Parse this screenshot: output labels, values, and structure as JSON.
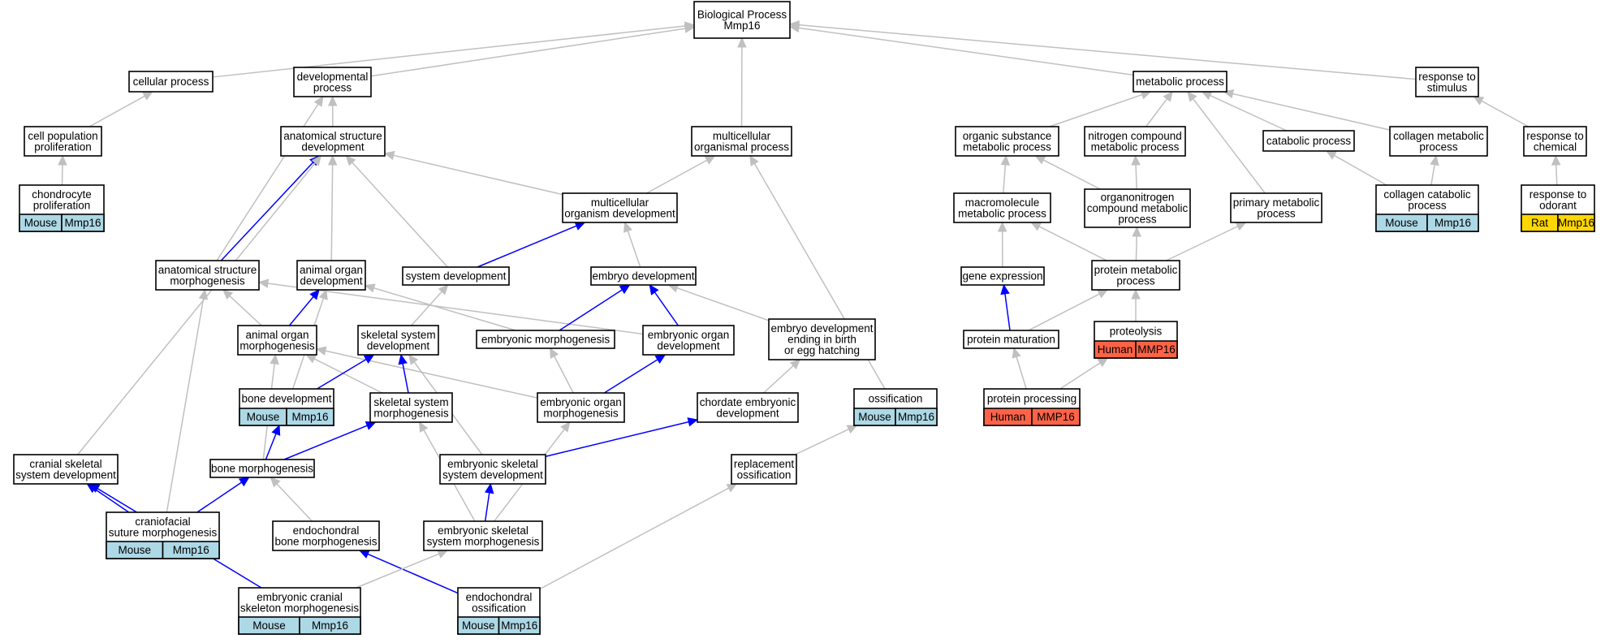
{
  "colors": {
    "box_border": "#000000",
    "edge_gray": "#c0c0c0",
    "edge_blue": "#0000ff",
    "tag_mouse": "#add8e6",
    "tag_rat": "#ffd700",
    "tag_human": "#ff6347"
  },
  "nodes": [
    {
      "id": "bp",
      "lines": [
        "Biological Process",
        "Mmp16"
      ]
    },
    {
      "id": "cellular",
      "lines": [
        "cellular process"
      ]
    },
    {
      "id": "developmental",
      "lines": [
        "developmental",
        "process"
      ]
    },
    {
      "id": "metabolic",
      "lines": [
        "metabolic process"
      ]
    },
    {
      "id": "response_stim",
      "lines": [
        "response to",
        "stimulus"
      ]
    },
    {
      "id": "cellpop",
      "lines": [
        "cell population",
        "proliferation"
      ]
    },
    {
      "id": "anat_dev",
      "lines": [
        "anatomical structure",
        "development"
      ]
    },
    {
      "id": "multi_proc",
      "lines": [
        "multicellular",
        "organismal process"
      ]
    },
    {
      "id": "org_subst",
      "lines": [
        "organic substance",
        "metabolic process"
      ]
    },
    {
      "id": "nitro",
      "lines": [
        "nitrogen compound",
        "metabolic process"
      ]
    },
    {
      "id": "catabolic",
      "lines": [
        "catabolic process"
      ]
    },
    {
      "id": "collagen_met",
      "lines": [
        "collagen metabolic",
        "process"
      ]
    },
    {
      "id": "resp_chem",
      "lines": [
        "response to",
        "chemical"
      ]
    },
    {
      "id": "chondro",
      "lines": [
        "chondrocyte",
        "proliferation"
      ],
      "tags": [
        {
          "label": "Mouse",
          "kind": "mouse"
        },
        {
          "label": "Mmp16",
          "kind": "mouse"
        }
      ]
    },
    {
      "id": "multi_org_dev",
      "lines": [
        "multicellular",
        "organism development"
      ]
    },
    {
      "id": "macromol",
      "lines": [
        "macromolecule",
        "metabolic process"
      ]
    },
    {
      "id": "organonitro",
      "lines": [
        "organonitrogen",
        "compound metabolic",
        "process"
      ]
    },
    {
      "id": "primary_met",
      "lines": [
        "primary metabolic",
        "process"
      ]
    },
    {
      "id": "collagen_cat",
      "lines": [
        "collagen catabolic",
        "process"
      ],
      "tags": [
        {
          "label": "Mouse",
          "kind": "mouse"
        },
        {
          "label": "Mmp16",
          "kind": "mouse"
        }
      ]
    },
    {
      "id": "resp_odor",
      "lines": [
        "response to",
        "odorant"
      ],
      "tags": [
        {
          "label": "Rat",
          "kind": "rat"
        },
        {
          "label": "Mmp16",
          "kind": "rat"
        }
      ]
    },
    {
      "id": "anat_morph",
      "lines": [
        "anatomical structure",
        "morphogenesis"
      ]
    },
    {
      "id": "animal_organ_dev",
      "lines": [
        "animal organ",
        "development"
      ]
    },
    {
      "id": "system_dev",
      "lines": [
        "system development"
      ]
    },
    {
      "id": "embryo_dev",
      "lines": [
        "embryo development"
      ]
    },
    {
      "id": "gene_expr",
      "lines": [
        "gene expression"
      ]
    },
    {
      "id": "protein_met",
      "lines": [
        "protein metabolic",
        "process"
      ]
    },
    {
      "id": "animal_organ_morph",
      "lines": [
        "animal organ",
        "morphogenesis"
      ]
    },
    {
      "id": "skel_sys_dev",
      "lines": [
        "skeletal system",
        "development"
      ]
    },
    {
      "id": "emb_morph",
      "lines": [
        "embryonic morphogenesis"
      ]
    },
    {
      "id": "emb_organ_dev",
      "lines": [
        "embryonic organ",
        "development"
      ]
    },
    {
      "id": "emb_dev_birth",
      "lines": [
        "embryo development",
        "ending in birth",
        "or egg hatching"
      ]
    },
    {
      "id": "protein_mat",
      "lines": [
        "protein maturation"
      ]
    },
    {
      "id": "proteolysis",
      "lines": [
        "proteolysis"
      ],
      "tags": [
        {
          "label": "Human",
          "kind": "human"
        },
        {
          "label": "MMP16",
          "kind": "human"
        }
      ]
    },
    {
      "id": "bone_dev",
      "lines": [
        "bone development"
      ],
      "tags": [
        {
          "label": "Mouse",
          "kind": "mouse"
        },
        {
          "label": "Mmp16",
          "kind": "mouse"
        }
      ]
    },
    {
      "id": "skel_sys_morph",
      "lines": [
        "skeletal system",
        "morphogenesis"
      ]
    },
    {
      "id": "emb_organ_morph",
      "lines": [
        "embryonic organ",
        "morphogenesis"
      ]
    },
    {
      "id": "chordate",
      "lines": [
        "chordate embryonic",
        "development"
      ]
    },
    {
      "id": "ossification",
      "lines": [
        "ossification"
      ],
      "tags": [
        {
          "label": "Mouse",
          "kind": "mouse"
        },
        {
          "label": "Mmp16",
          "kind": "mouse"
        }
      ]
    },
    {
      "id": "protein_proc",
      "lines": [
        "protein processing"
      ],
      "tags": [
        {
          "label": "Human",
          "kind": "human"
        },
        {
          "label": "MMP16",
          "kind": "human"
        }
      ]
    },
    {
      "id": "cranial_skel",
      "lines": [
        "cranial skeletal",
        "system development"
      ]
    },
    {
      "id": "bone_morph",
      "lines": [
        "bone morphogenesis"
      ]
    },
    {
      "id": "emb_skel_dev",
      "lines": [
        "embryonic skeletal",
        "system development"
      ]
    },
    {
      "id": "replacement",
      "lines": [
        "replacement",
        "ossification"
      ]
    },
    {
      "id": "craniofacial",
      "lines": [
        "craniofacial",
        "suture morphogenesis"
      ],
      "tags": [
        {
          "label": "Mouse",
          "kind": "mouse"
        },
        {
          "label": "Mmp16",
          "kind": "mouse"
        }
      ]
    },
    {
      "id": "endo_bone_morph",
      "lines": [
        "endochondral",
        "bone morphogenesis"
      ]
    },
    {
      "id": "emb_skel_morph",
      "lines": [
        "embryonic skeletal",
        "system morphogenesis"
      ]
    },
    {
      "id": "emb_cranial",
      "lines": [
        "embryonic cranial",
        "skeleton morphogenesis"
      ],
      "tags": [
        {
          "label": "Mouse",
          "kind": "mouse"
        },
        {
          "label": "Mmp16",
          "kind": "mouse"
        }
      ]
    },
    {
      "id": "endo_oss",
      "lines": [
        "endochondral",
        "ossification"
      ],
      "tags": [
        {
          "label": "Mouse",
          "kind": "mouse"
        },
        {
          "label": "Mmp16",
          "kind": "mouse"
        }
      ]
    }
  ],
  "edges": [
    {
      "from": "cellular",
      "to": "bp",
      "color": "gray"
    },
    {
      "from": "developmental",
      "to": "bp",
      "color": "gray"
    },
    {
      "from": "multi_proc",
      "to": "bp",
      "color": "gray"
    },
    {
      "from": "metabolic",
      "to": "bp",
      "color": "gray"
    },
    {
      "from": "response_stim",
      "to": "bp",
      "color": "gray"
    },
    {
      "from": "cellpop",
      "to": "cellular",
      "color": "gray"
    },
    {
      "from": "anat_dev",
      "to": "developmental",
      "color": "gray"
    },
    {
      "from": "anat_morph",
      "to": "developmental",
      "color": "gray"
    },
    {
      "from": "org_subst",
      "to": "metabolic",
      "color": "gray"
    },
    {
      "from": "nitro",
      "to": "metabolic",
      "color": "gray"
    },
    {
      "from": "catabolic",
      "to": "metabolic",
      "color": "gray"
    },
    {
      "from": "collagen_met",
      "to": "metabolic",
      "color": "gray"
    },
    {
      "from": "primary_met",
      "to": "metabolic",
      "color": "gray"
    },
    {
      "from": "resp_chem",
      "to": "response_stim",
      "color": "gray"
    },
    {
      "from": "chondro",
      "to": "cellpop",
      "color": "gray"
    },
    {
      "from": "multi_org_dev",
      "to": "multi_proc",
      "color": "gray"
    },
    {
      "from": "ossification",
      "to": "multi_proc",
      "color": "gray"
    },
    {
      "from": "multi_org_dev",
      "to": "anat_dev",
      "color": "gray"
    },
    {
      "from": "animal_organ_dev",
      "to": "anat_dev",
      "color": "gray"
    },
    {
      "from": "system_dev",
      "to": "anat_dev",
      "color": "gray"
    },
    {
      "from": "anat_morph",
      "to": "anat_dev",
      "color": "blue"
    },
    {
      "from": "cranial_skel",
      "to": "anat_dev",
      "color": "gray"
    },
    {
      "from": "macromol",
      "to": "org_subst",
      "color": "gray"
    },
    {
      "from": "organonitro",
      "to": "org_subst",
      "color": "gray"
    },
    {
      "from": "organonitro",
      "to": "nitro",
      "color": "gray"
    },
    {
      "from": "collagen_cat",
      "to": "catabolic",
      "color": "gray"
    },
    {
      "from": "collagen_cat",
      "to": "collagen_met",
      "color": "gray"
    },
    {
      "from": "resp_odor",
      "to": "resp_chem",
      "color": "gray"
    },
    {
      "from": "system_dev",
      "to": "multi_org_dev",
      "color": "blue"
    },
    {
      "from": "embryo_dev",
      "to": "multi_org_dev",
      "color": "gray"
    },
    {
      "from": "gene_expr",
      "to": "macromol",
      "color": "gray"
    },
    {
      "from": "protein_met",
      "to": "macromol",
      "color": "gray"
    },
    {
      "from": "protein_met",
      "to": "organonitro",
      "color": "gray"
    },
    {
      "from": "protein_met",
      "to": "primary_met",
      "color": "gray"
    },
    {
      "from": "animal_organ_morph",
      "to": "anat_morph",
      "color": "gray"
    },
    {
      "from": "emb_organ_dev",
      "to": "anat_morph",
      "color": "gray"
    },
    {
      "from": "craniofacial",
      "to": "anat_morph",
      "color": "gray"
    },
    {
      "from": "animal_organ_morph",
      "to": "animal_organ_dev",
      "color": "blue"
    },
    {
      "from": "bone_dev",
      "to": "animal_organ_dev",
      "color": "gray"
    },
    {
      "from": "emb_morph",
      "to": "animal_organ_dev",
      "color": "gray"
    },
    {
      "from": "skel_sys_dev",
      "to": "system_dev",
      "color": "gray"
    },
    {
      "from": "emb_morph",
      "to": "embryo_dev",
      "color": "blue"
    },
    {
      "from": "emb_organ_dev",
      "to": "embryo_dev",
      "color": "blue"
    },
    {
      "from": "emb_dev_birth",
      "to": "embryo_dev",
      "color": "gray"
    },
    {
      "from": "protein_mat",
      "to": "gene_expr",
      "color": "blue"
    },
    {
      "from": "protein_mat",
      "to": "protein_met",
      "color": "gray"
    },
    {
      "from": "proteolysis",
      "to": "protein_met",
      "color": "gray"
    },
    {
      "from": "skel_sys_morph",
      "to": "animal_organ_morph",
      "color": "gray"
    },
    {
      "from": "emb_organ_morph",
      "to": "animal_organ_morph",
      "color": "gray"
    },
    {
      "from": "bone_morph",
      "to": "animal_organ_morph",
      "color": "gray"
    },
    {
      "from": "bone_dev",
      "to": "skel_sys_dev",
      "color": "blue"
    },
    {
      "from": "skel_sys_morph",
      "to": "skel_sys_dev",
      "color": "blue"
    },
    {
      "from": "emb_skel_dev",
      "to": "skel_sys_dev",
      "color": "gray"
    },
    {
      "from": "emb_organ_morph",
      "to": "emb_morph",
      "color": "gray"
    },
    {
      "from": "emb_organ_morph",
      "to": "emb_organ_dev",
      "color": "blue"
    },
    {
      "from": "chordate",
      "to": "emb_dev_birth",
      "color": "gray"
    },
    {
      "from": "protein_proc",
      "to": "protein_mat",
      "color": "gray"
    },
    {
      "from": "protein_proc",
      "to": "proteolysis",
      "color": "gray"
    },
    {
      "from": "bone_morph",
      "to": "bone_dev",
      "color": "blue"
    },
    {
      "from": "bone_morph",
      "to": "skel_sys_morph",
      "color": "blue"
    },
    {
      "from": "emb_skel_morph",
      "to": "skel_sys_morph",
      "color": "gray"
    },
    {
      "from": "emb_skel_dev",
      "to": "chordate",
      "color": "blue"
    },
    {
      "from": "emb_skel_morph",
      "to": "emb_organ_morph",
      "color": "gray"
    },
    {
      "from": "replacement",
      "to": "ossification",
      "color": "gray"
    },
    {
      "from": "craniofacial",
      "to": "cranial_skel",
      "color": "blue"
    },
    {
      "from": "emb_cranial",
      "to": "cranial_skel",
      "color": "blue"
    },
    {
      "from": "craniofacial",
      "to": "bone_morph",
      "color": "blue"
    },
    {
      "from": "endo_bone_morph",
      "to": "bone_morph",
      "color": "gray"
    },
    {
      "from": "emb_skel_morph",
      "to": "emb_skel_dev",
      "color": "blue"
    },
    {
      "from": "endo_oss",
      "to": "replacement",
      "color": "gray"
    },
    {
      "from": "endo_oss",
      "to": "endo_bone_morph",
      "color": "blue"
    },
    {
      "from": "emb_cranial",
      "to": "emb_skel_morph",
      "color": "gray"
    }
  ]
}
